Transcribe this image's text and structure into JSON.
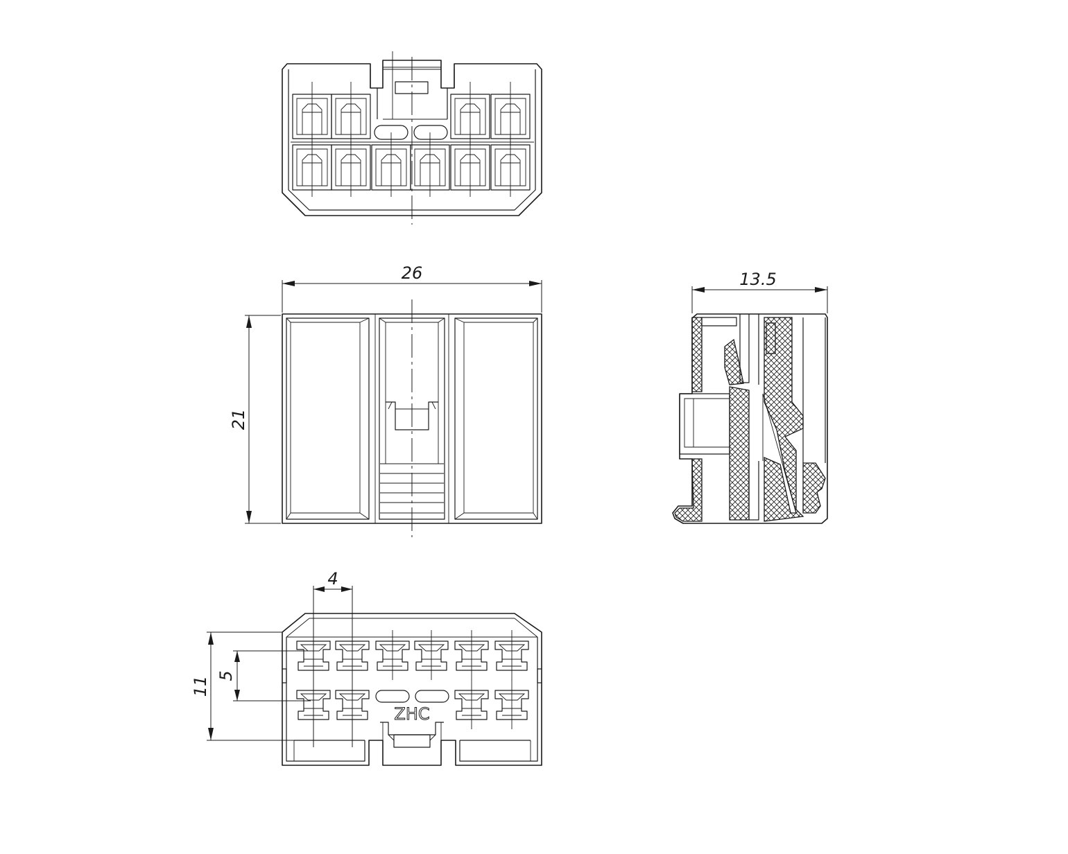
{
  "dimensions": {
    "width": "26",
    "height": "21",
    "depth": "13.5",
    "pitch": "4",
    "row_pitch": "5",
    "face_height": "11"
  },
  "marking": {
    "logo": "ZHC"
  }
}
